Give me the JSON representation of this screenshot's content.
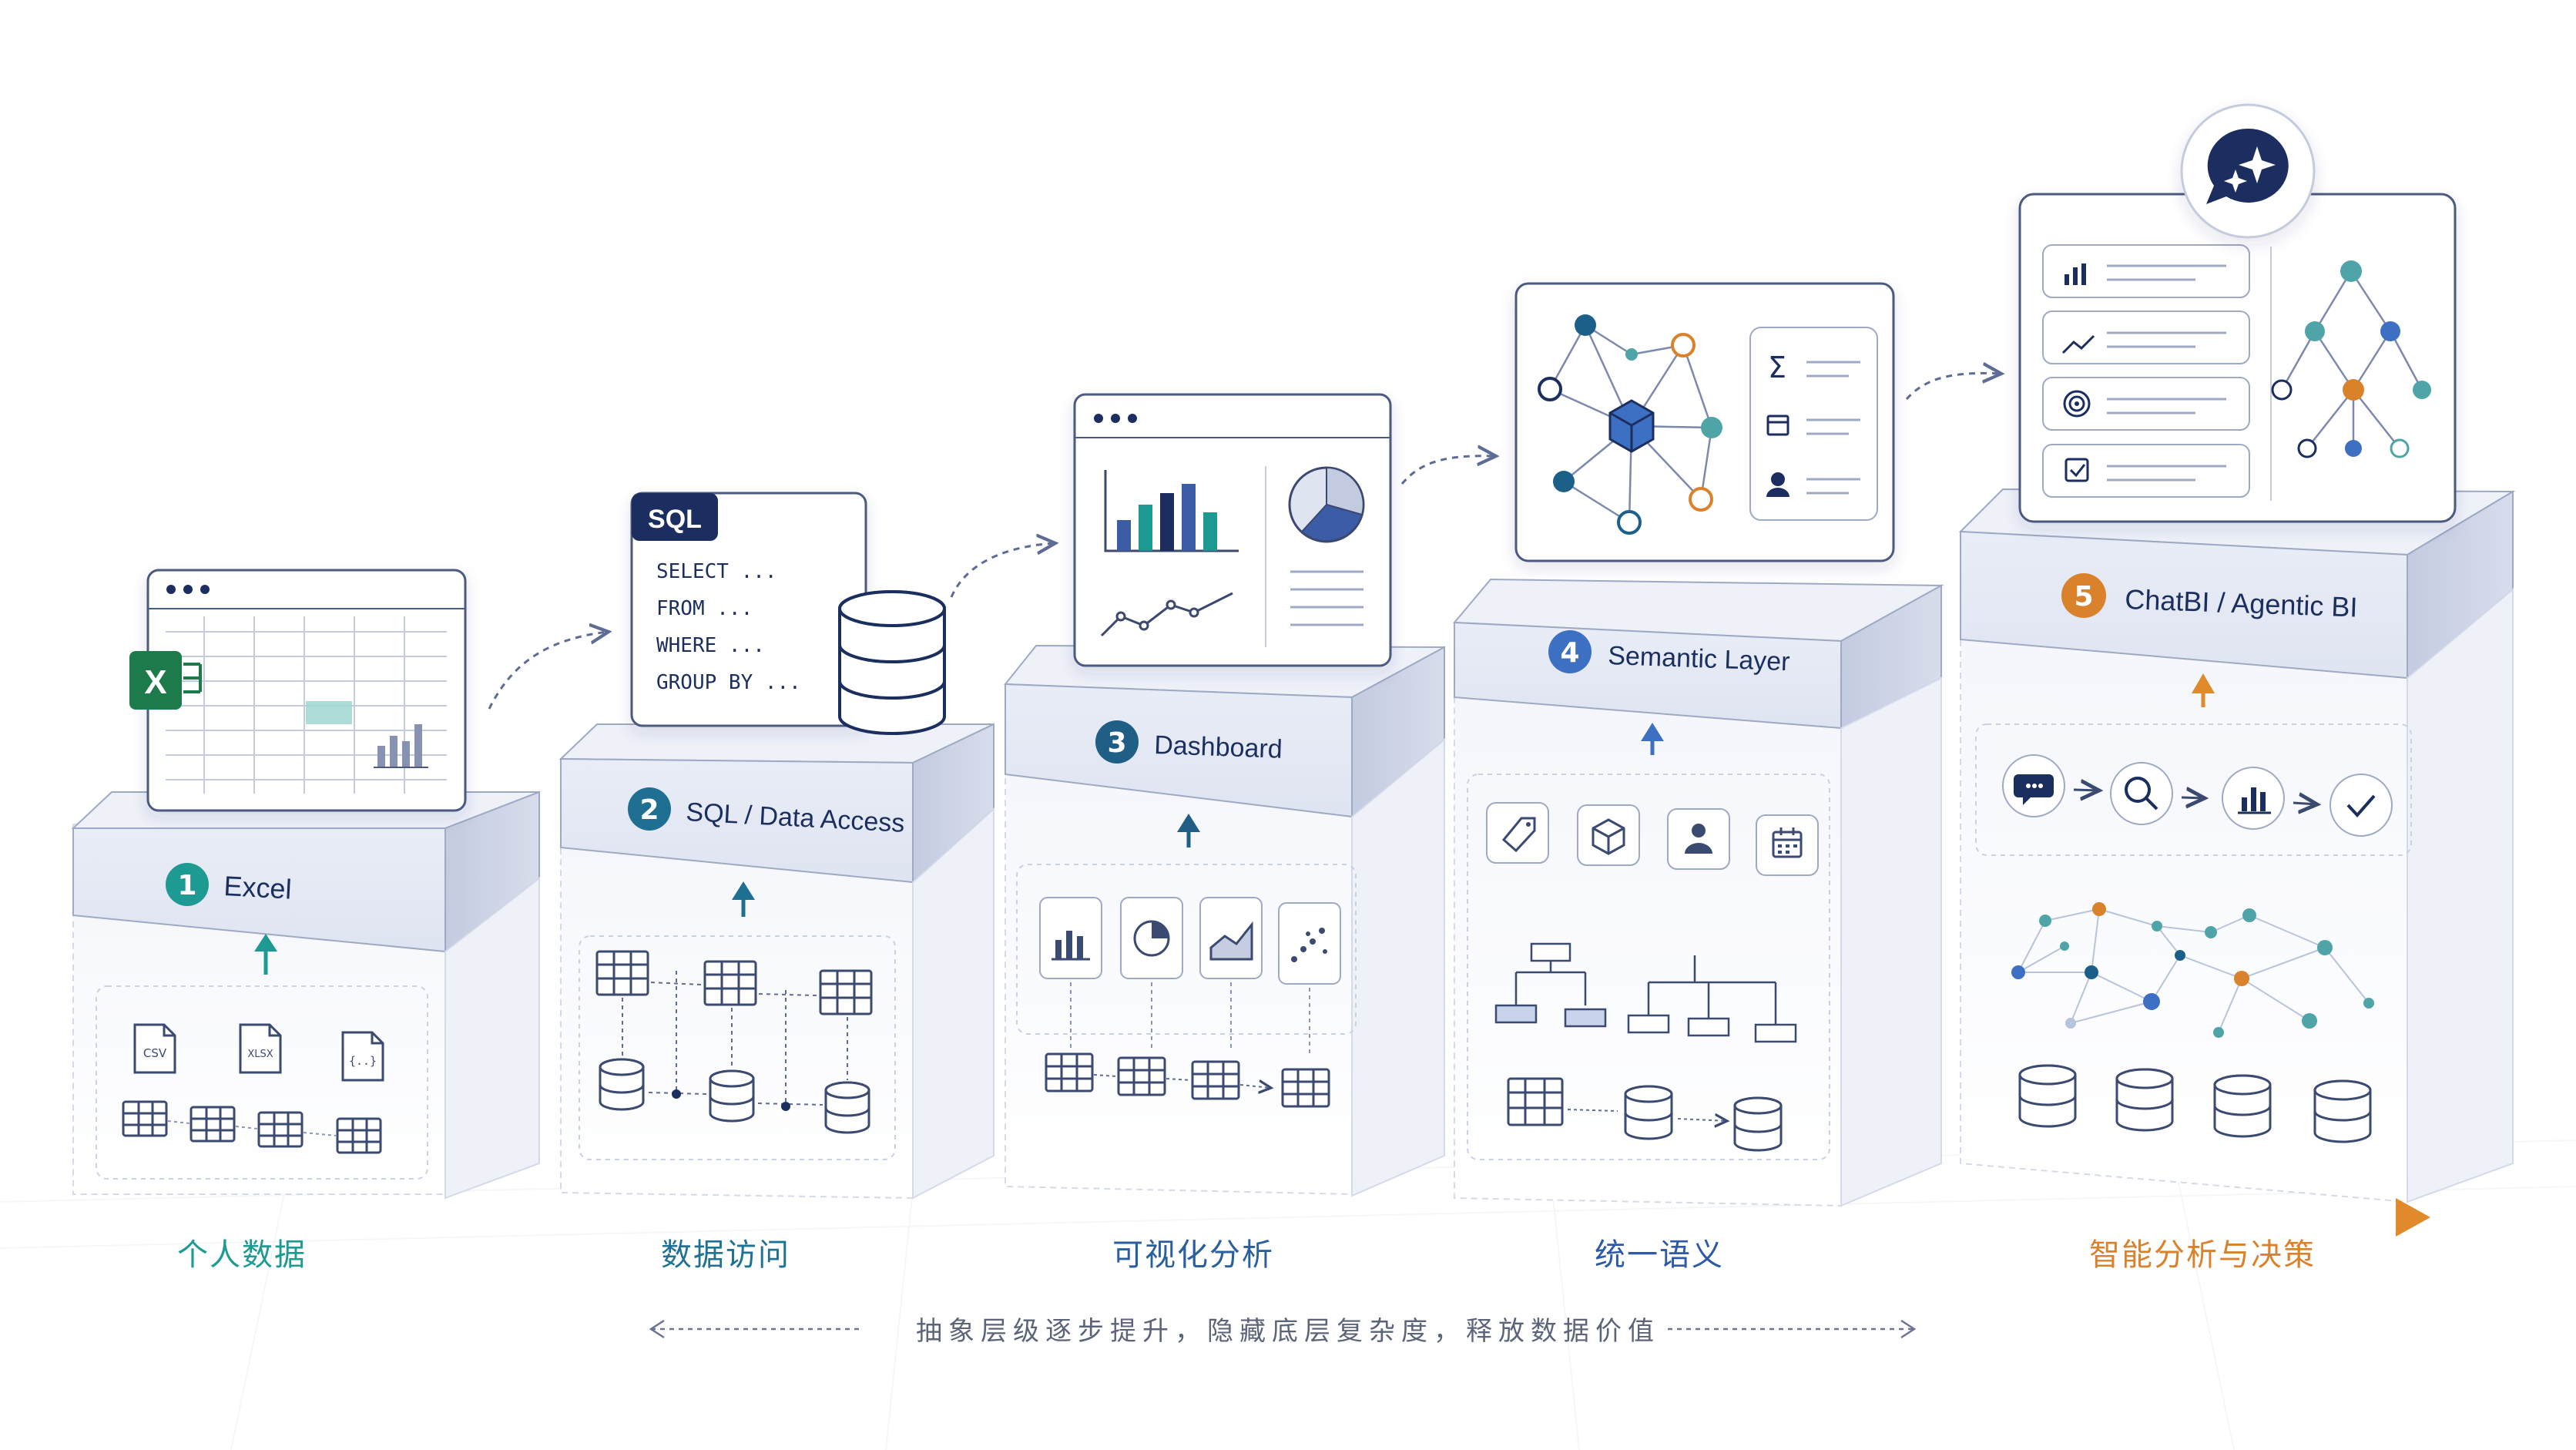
{
  "stages": [
    {
      "num": "1",
      "title": "Excel",
      "label": "个人数据",
      "label_color": "#1d9a92",
      "badge_color": "#1d9a92"
    },
    {
      "num": "2",
      "title": "SQL / Data Access",
      "label": "数据访问",
      "label_color": "#1f7294",
      "badge_color": "#1f6f92"
    },
    {
      "num": "3",
      "title": "Dashboard",
      "label": "可视化分析",
      "label_color": "#2a5f9e",
      "badge_color": "#1f5f86"
    },
    {
      "num": "4",
      "title": "Semantic Layer",
      "label": "统一语义",
      "label_color": "#2c5aa8",
      "badge_color": "#3d6fc2"
    },
    {
      "num": "5",
      "title": "ChatBI / Agentic BI",
      "label": "智能分析与决策",
      "label_color": "#d9822b",
      "badge_color": "#d9822b"
    }
  ],
  "sql_card": {
    "tag": "SQL",
    "lines": [
      "SELECT ...",
      "FROM  ...",
      "WHERE  ...",
      "GROUP BY ..."
    ]
  },
  "file_labels": [
    "CSV",
    "XLSX",
    "{..}"
  ],
  "excel_badge": "X",
  "sigma_symbol": "Σ",
  "tagline": "抽象层级逐步提升，隐藏底层复杂度，释放数据价值",
  "colors": {
    "navy": "#1b2f5e",
    "teal": "#1d9a92",
    "blue": "#3d6fc2",
    "orange": "#d9822b",
    "excel_green": "#1d7a4a"
  }
}
